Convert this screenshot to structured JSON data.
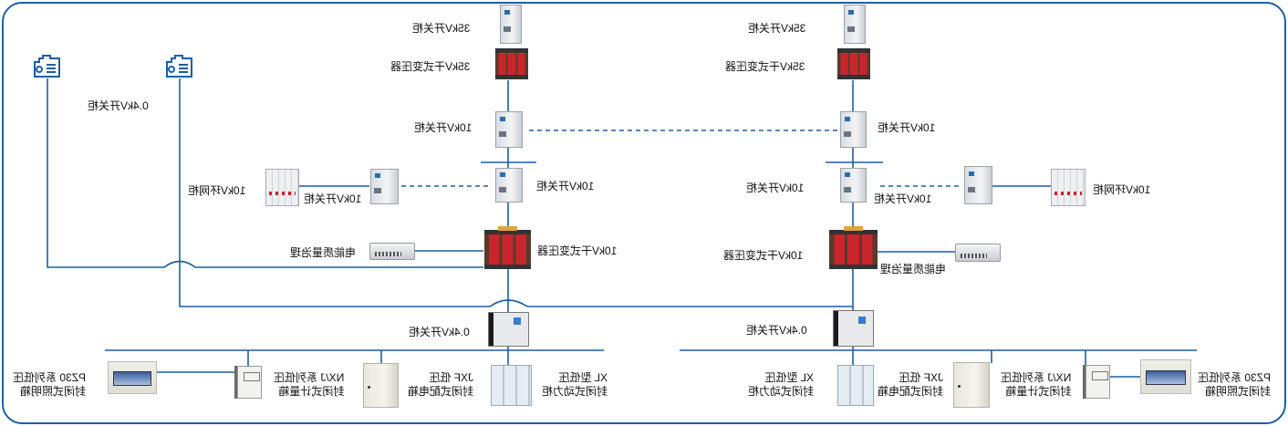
{
  "colors": {
    "line": "#1a5fa8",
    "border": "#1a5fa8"
  },
  "left": {
    "sw35": "35kV开关柜",
    "tr35": "35kV干式变压器",
    "sw10a": "10kV开关柜",
    "sw10b": "10kV开关柜",
    "sw10c": "10kV开关柜",
    "rmu": "10kV环网柜",
    "tr10": "10kV干式变压器",
    "pq": "电能质量治理",
    "sw04": "0.4kV开关柜",
    "sw04_top": "0.4kV开关柜",
    "light": [
      "PZ30 系列低压",
      "封闭式照明箱"
    ],
    "meter": [
      "NX/J 系列低压",
      "封闭式计量箱"
    ],
    "jxf": [
      "JXF 低压",
      "封闭式配电箱"
    ],
    "xl": [
      "XL 型低压",
      "封闭式动力柜"
    ]
  },
  "right": {
    "sw35": "35kV开关柜",
    "tr35": "35kV干式变压器",
    "sw10a": "10kV开关柜",
    "sw10b": "10kV开关柜",
    "sw10c": "10kV开关柜",
    "rmu": "10kV环网柜",
    "tr10": "10kV干式变压器",
    "pq": "电能质量治理",
    "sw04": "0.4kV开关柜",
    "light": [
      "PZ30 系列低压",
      "封闭式照明箱"
    ],
    "meter": [
      "NX/J 系列低压",
      "封闭式计量箱"
    ],
    "jxf": [
      "JXF 低压",
      "封闭式配电箱"
    ],
    "xl": [
      "XL 型低压",
      "封闭式动力柜"
    ]
  },
  "icons": [
    "generator-icon",
    "generator-icon"
  ]
}
